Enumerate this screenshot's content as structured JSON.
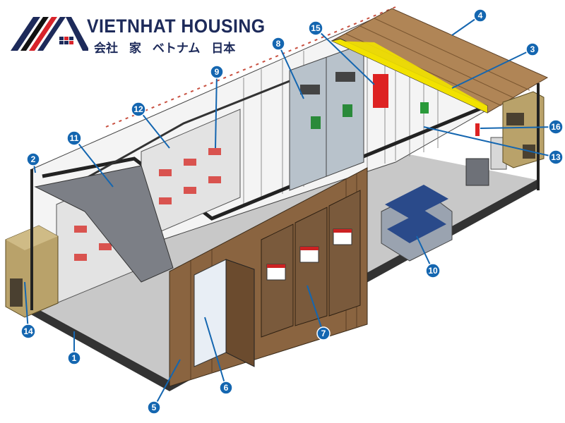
{
  "logo": {
    "brand_name": "VIETNHAT HOUSING",
    "tagline_jp": "会社 家 ベトナム 日本",
    "colors": {
      "navy": "#1d2a5a",
      "red": "#d8232a",
      "black": "#111111"
    }
  },
  "callouts": {
    "c1": "1",
    "c2": "2",
    "c3": "3",
    "c4": "4",
    "c5": "5",
    "c6": "6",
    "c7": "7",
    "c8": "8",
    "c9": "9",
    "c10": "10",
    "c11": "11",
    "c12": "12",
    "c13": "13",
    "c14": "14",
    "c15": "15",
    "c16": "16"
  },
  "colors": {
    "callout": "#1466b0",
    "wood": "#b08556",
    "yellow": "#f2e200",
    "door": "#7a5a3c",
    "hvac": "#b9a26a"
  }
}
